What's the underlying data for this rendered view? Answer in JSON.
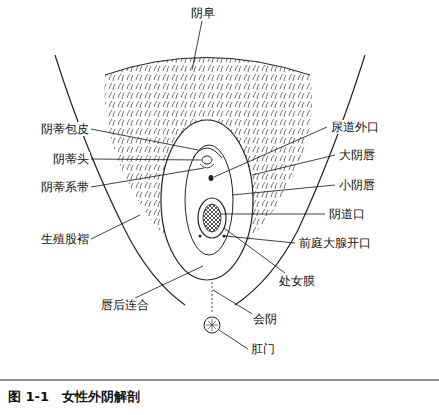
{
  "diagram": {
    "caption": "图 1-1　女性外阴解剖",
    "labels": [
      "阴阜",
      "阴蒂包皮",
      "尿道外口",
      "阴蒂头",
      "大阴唇",
      "阴蒂系带",
      "小阴唇",
      "阴道口",
      "生殖股褶",
      "前庭大腺开口",
      "处女膜",
      "唇后连合",
      "会阴",
      "肛门"
    ]
  }
}
